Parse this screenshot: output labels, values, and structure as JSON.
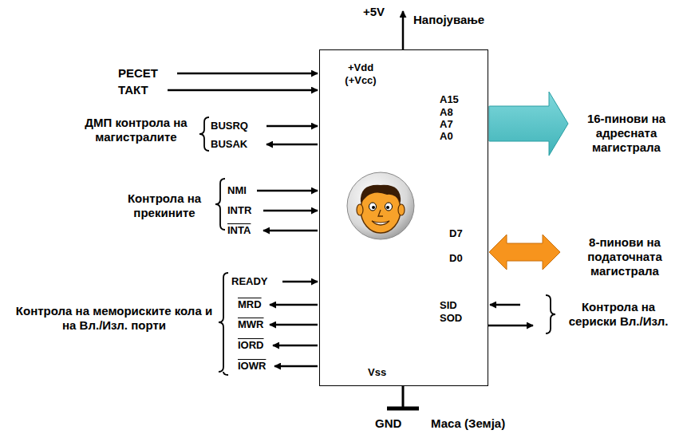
{
  "diagram": {
    "nodes": [
      {
        "text": [
          "+Vdd (+Vcc)",
          "A15",
          "A8",
          "A7",
          "A0",
          "D7",
          "D0",
          "SID",
          "SOD",
          "Vss"
        ]
      }
    ],
    "labels": [
      "+5V",
      "Напојување",
      "РЕСЕТ",
      "ТАКТ",
      "ДМП контрола на магистралите",
      "BUSRQ",
      "BUSAK",
      "Контрола на прекините",
      "NMI",
      "INTR",
      "INTA",
      "READY",
      "MRD",
      "MWR",
      "IORD",
      "IOWR",
      "Контрола на мемориските кола и на Вл./Изл. порти",
      "16-пинови на адресната магистрала",
      "8-пинови на податочната магистрала",
      "Контрола на сериски Вл./Изл.",
      "GND",
      "Маса (Земја)"
    ]
  }
}
